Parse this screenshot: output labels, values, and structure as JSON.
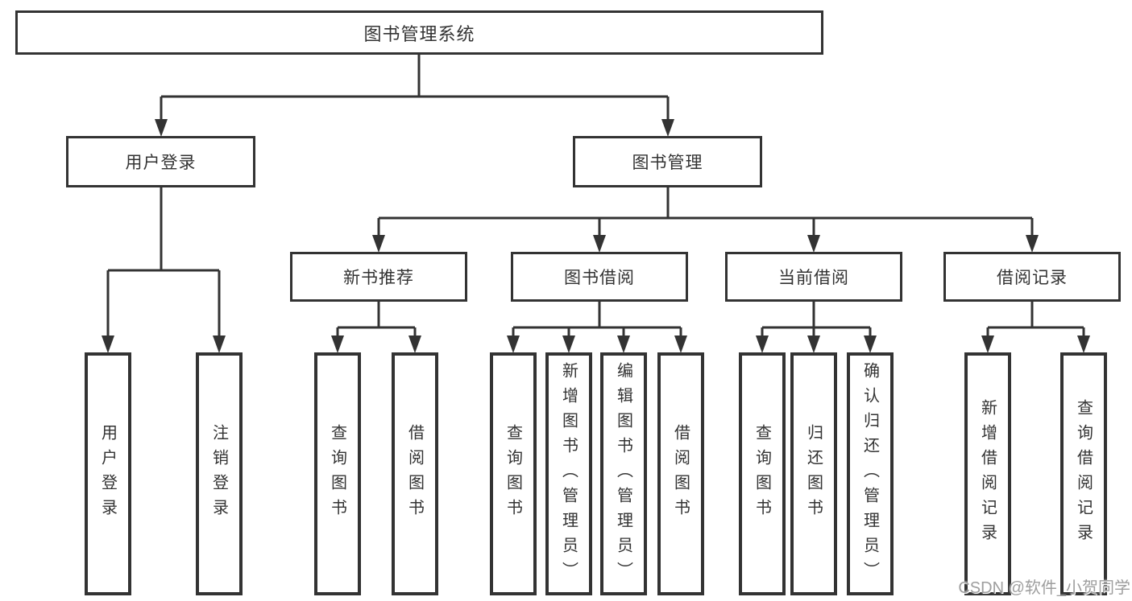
{
  "colors": {
    "line": "#333333",
    "text": "#333333",
    "watermark": "#9e9e9e",
    "background": "#ffffff"
  },
  "tree": {
    "root": "图书管理系统",
    "branches": [
      {
        "label": "用户登录",
        "children": [
          "用户登录",
          "注销登录"
        ]
      },
      {
        "label": "图书管理",
        "groups": [
          {
            "label": "新书推荐",
            "children": [
              "查询图书",
              "借阅图书"
            ]
          },
          {
            "label": "图书借阅",
            "children": [
              "查询图书",
              "新增图书（管理员）",
              "编辑图书（管理员）",
              "借阅图书"
            ]
          },
          {
            "label": "当前借阅",
            "children": [
              "查询图书",
              "归还图书",
              "确认归还（管理员）"
            ]
          },
          {
            "label": "借阅记录",
            "children": [
              "新增借阅记录",
              "查询借阅记录"
            ]
          }
        ]
      }
    ]
  },
  "watermark": "CSDN @软件_小贺同学"
}
